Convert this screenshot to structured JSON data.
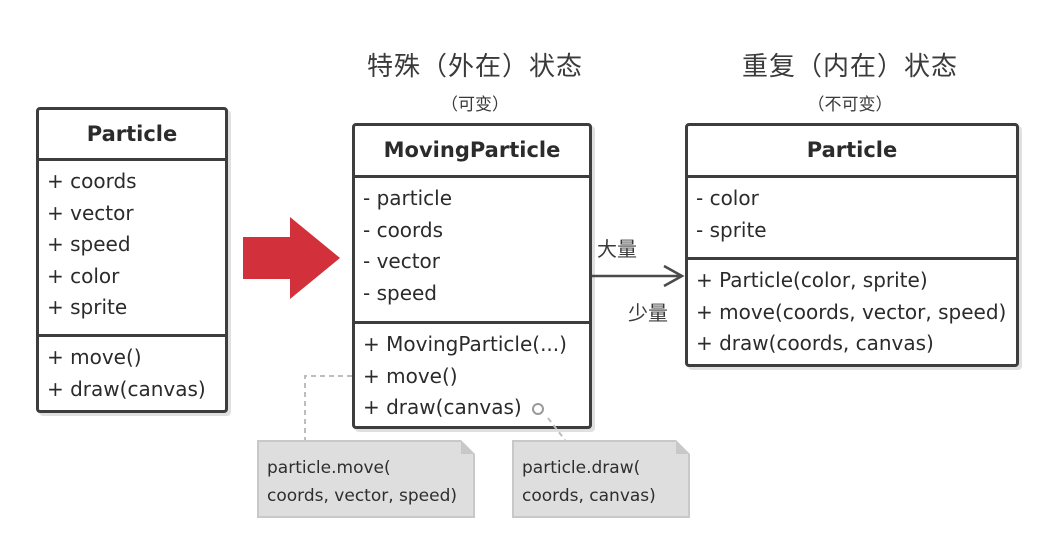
{
  "headings": {
    "extrinsic_title": "特殊（外在）状态",
    "extrinsic_subtitle": "（可变）",
    "intrinsic_title": "重复（内在）状态",
    "intrinsic_subtitle": "（不可变）"
  },
  "original_class": {
    "name": "Particle",
    "fields": [
      "+ coords",
      "+ vector",
      "+ speed",
      "+ color",
      "+ sprite"
    ],
    "methods": [
      "+ move()",
      "+ draw(canvas)"
    ]
  },
  "moving_particle_class": {
    "name": "MovingParticle",
    "fields": [
      "- particle",
      "- coords",
      "- vector",
      "- speed"
    ],
    "methods": [
      "+ MovingParticle(...)",
      "+ move()",
      "+ draw(canvas)"
    ]
  },
  "flyweight_class": {
    "name": "Particle",
    "fields": [
      "- color",
      "- sprite"
    ],
    "methods": [
      "+ Particle(color, sprite)",
      "+ move(coords, vector, speed)",
      "+ draw(coords, canvas)"
    ]
  },
  "relation": {
    "many_label": "大量",
    "few_label": "少量"
  },
  "notes": {
    "move_note": [
      "particle.move(",
      "coords, vector, speed)"
    ],
    "draw_note": [
      "particle.draw(",
      "coords, canvas)"
    ]
  },
  "colors": {
    "arrow_red": "#d2303a",
    "border": "#3d3d3d",
    "note_bg": "#dedede"
  }
}
